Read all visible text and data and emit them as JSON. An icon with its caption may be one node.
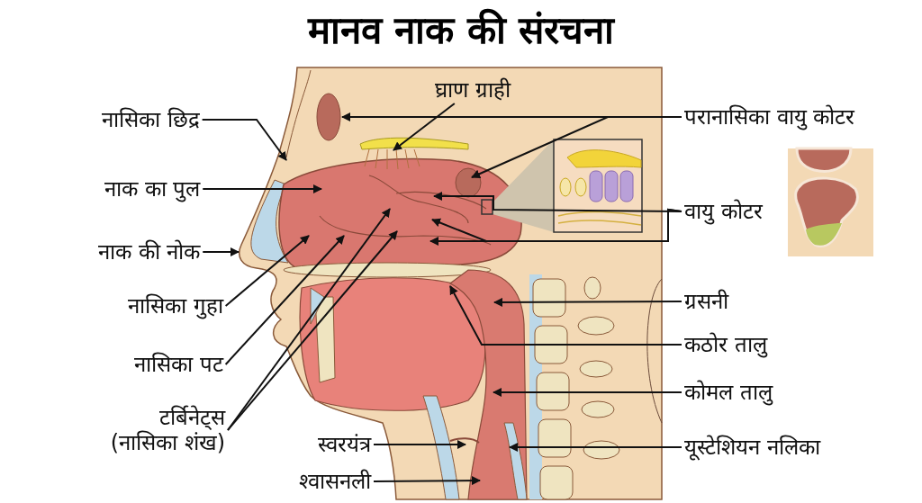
{
  "diagram": {
    "title": "मानव नाक की संरचना",
    "nodes": [
      {
        "text": [
          "नासिका छिद्र"
        ]
      },
      {
        "text": [
          "नाक का पुल"
        ]
      },
      {
        "text": [
          "नाक की नोक"
        ]
      },
      {
        "text": [
          "नासिका गुहा"
        ]
      },
      {
        "text": [
          "नासिका पट"
        ]
      },
      {
        "text": [
          "टर्बिनेट्स (नासिका शंख)"
        ]
      },
      {
        "text": [
          "स्वरयंत्र"
        ]
      },
      {
        "text": [
          "श्वासनली"
        ]
      },
      {
        "text": [
          "घ्राण ग्राही"
        ]
      },
      {
        "text": [
          "परानासिका वायु कोटर"
        ]
      },
      {
        "text": [
          "वायु कोटर"
        ]
      },
      {
        "text": [
          "ग्रसनी"
        ]
      },
      {
        "text": [
          "कठोर तालु"
        ]
      },
      {
        "text": [
          "कोमल तालु"
        ]
      },
      {
        "text": [
          "यूस्टेशियन नलिका"
        ]
      }
    ],
    "edges": [
      {
        "from": 0,
        "to": null,
        "arrow": "to"
      },
      {
        "from": 1,
        "to": null,
        "arrow": "to"
      },
      {
        "from": 2,
        "to": null,
        "arrow": "to"
      },
      {
        "from": 3,
        "to": null,
        "arrow": "to"
      },
      {
        "from": 4,
        "to": null,
        "arrow": "to"
      },
      {
        "from": 5,
        "to": null,
        "arrow": "to"
      },
      {
        "from": 5,
        "to": null,
        "arrow": "to"
      },
      {
        "from": 6,
        "to": null,
        "arrow": "to"
      },
      {
        "from": 7,
        "to": null,
        "arrow": "to"
      },
      {
        "from": 8,
        "to": null,
        "arrow": "to"
      },
      {
        "from": 9,
        "to": null,
        "arrow": "to"
      },
      {
        "from": 9,
        "to": null,
        "arrow": "to"
      },
      {
        "from": 10,
        "to": null,
        "arrow": "to"
      },
      {
        "from": 10,
        "to": null,
        "arrow": "to"
      },
      {
        "from": 10,
        "to": null,
        "arrow": "to"
      },
      {
        "from": 11,
        "to": null,
        "arrow": "to"
      },
      {
        "from": 12,
        "to": null,
        "arrow": "to"
      },
      {
        "from": 13,
        "to": null,
        "arrow": "to"
      },
      {
        "from": 14,
        "to": null,
        "arrow": "to"
      }
    ]
  }
}
